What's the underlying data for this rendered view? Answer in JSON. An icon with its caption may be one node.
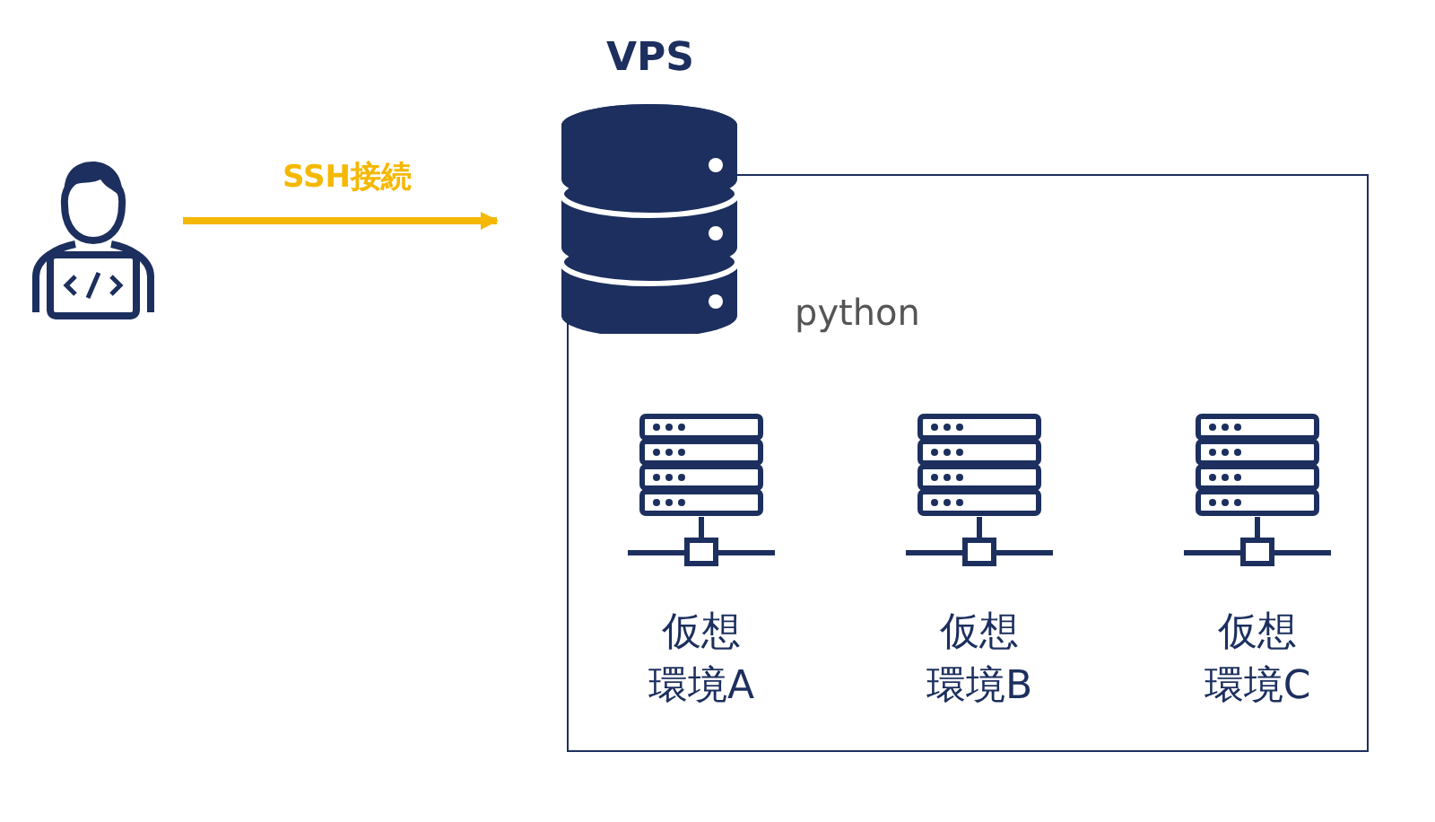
{
  "diagram": {
    "nodes": [
      {
        "text": [],
        "shape": "person"
      },
      {
        "text": [
          "VPS"
        ]
      },
      {
        "text": [],
        "shape": "box"
      },
      {
        "text": [
          "仮想環境A"
        ],
        "in": 2
      },
      {
        "text": [
          "仮想環境B"
        ],
        "in": 2
      },
      {
        "text": [
          "仮想環境C"
        ],
        "in": 2
      }
    ],
    "edges": [
      {
        "from": 0,
        "to": 1,
        "arrow": "to",
        "label": "SSH接続"
      }
    ],
    "labels": [
      "python"
    ]
  }
}
